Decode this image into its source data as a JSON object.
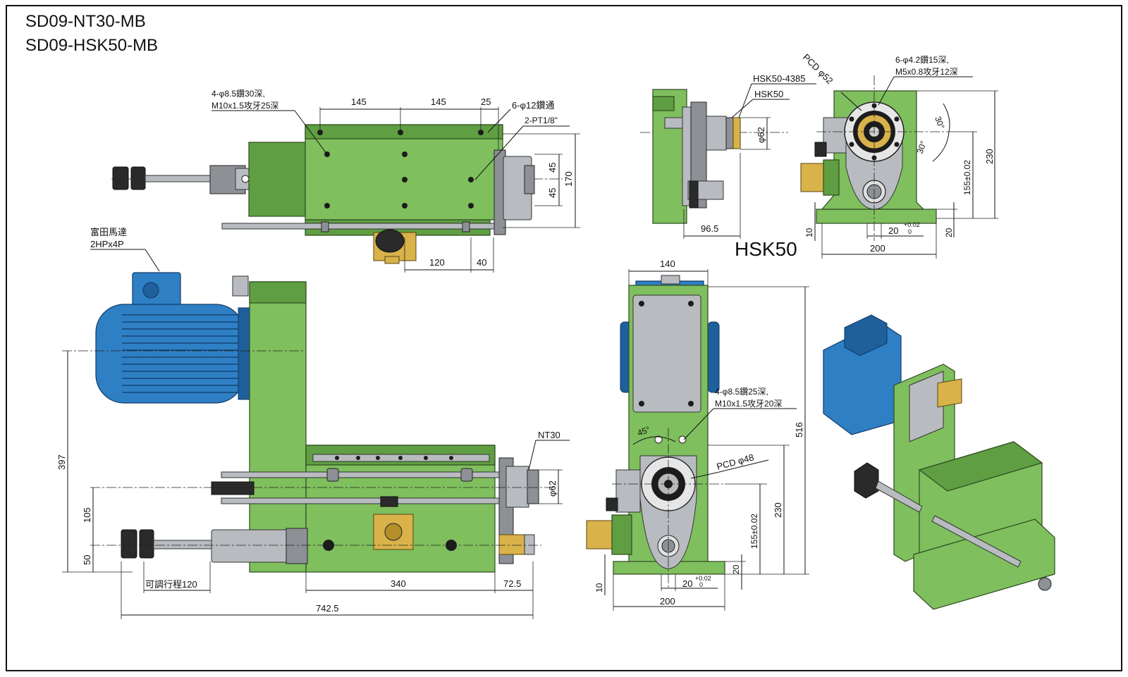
{
  "titles": [
    "SD09-NT30-MB",
    "SD09-HSK50-MB"
  ],
  "motor_label": [
    "富田馬達",
    "2HPx4P"
  ],
  "top_view": {
    "holes_note_1": "4-φ8.5鑽30深,",
    "holes_note_2": "M10x1.5攻牙25深",
    "dims_145_a": "145",
    "dims_145_b": "145",
    "dim_25": "25",
    "thru_note": "6-φ12鑽通",
    "pt_note": "2-PT1/8\"",
    "dim_45_a": "45",
    "dim_45_b": "45",
    "dim_170": "170",
    "dim_120": "120",
    "dim_40": "40"
  },
  "hsk_side": {
    "label_hsk50_4385": "HSK50-4385",
    "label_hsk50": "HSK50",
    "dim_phi62": "φ62",
    "dim_96_5": "96.5",
    "big_label": "HSK50"
  },
  "hsk_front": {
    "pcd_note": "PCD φ52",
    "holes_note_1": "6-φ4.2鑽15深,",
    "holes_note_2": "M5x0.8攻牙12深",
    "angle_a": "30°",
    "angle_b": "30°",
    "dim_230": "230",
    "dim_155": "155±0.02",
    "dim_10": "10",
    "dim_20_tol": "20",
    "tol_upper": "+0.02",
    "tol_lower": "0",
    "dim_20": "20",
    "dim_200": "200"
  },
  "main_view": {
    "nt30": "NT30",
    "dim_phi62": "φ62",
    "dim_397": "397",
    "dim_105": "105",
    "dim_50": "50",
    "stroke_note": "可調行程120",
    "dim_340": "340",
    "dim_72_5": "72.5",
    "dim_742_5": "742.5"
  },
  "front_view": {
    "dim_140": "140",
    "holes_note_1": "4-φ8.5鑽25深,",
    "holes_note_2": "M10x1.5攻牙20深",
    "angle_45": "45°",
    "pcd_note": "PCD φ48",
    "dim_516": "516",
    "dim_230": "230",
    "dim_155": "155±0.02",
    "dim_20": "20",
    "dim_10": "10",
    "dim_20_tol": "20",
    "tol_upper": "+0.02",
    "tol_lower": "0",
    "dim_200": "200"
  },
  "colors": {
    "body_green": "#7fbf5e",
    "motor_blue": "#2f7fc4",
    "brass": "#d9b24a",
    "metal": "#b8bcc0",
    "frame": "#111111"
  }
}
